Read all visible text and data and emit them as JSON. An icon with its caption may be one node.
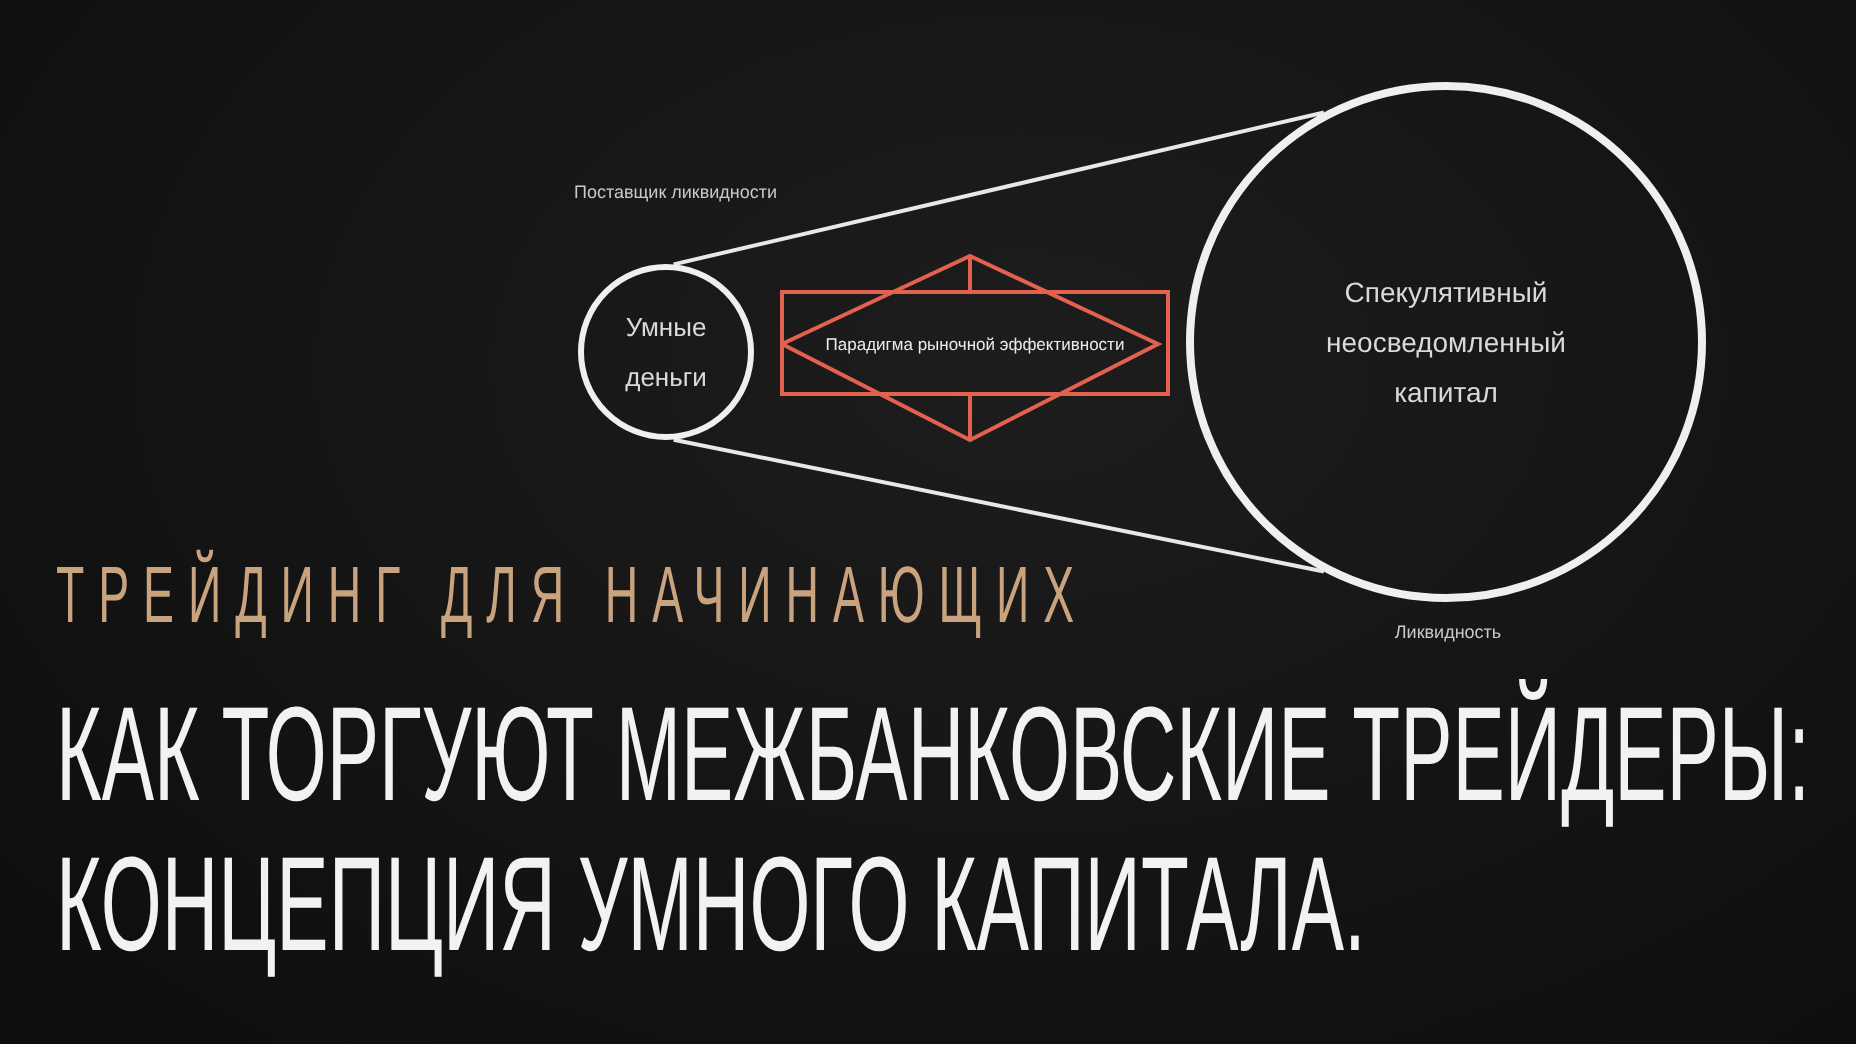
{
  "diagram": {
    "title": "КАК ТОРГУЮТ МЕЖБАНКОВСКИЕ ТРЕЙДЕРЫ: КОНЦЕПЦИЯ УМНОГО КАПИТАЛА.",
    "nodes": [
      {
        "text": [
          "Умные деньги"
        ]
      },
      {
        "text": [
          "Парадигма рыночной эффективности"
        ]
      },
      {
        "text": [
          "Спекулятивный неосведомленный капитал"
        ],
        "beside": [
          "Ликвидность"
        ]
      }
    ],
    "edges": [
      {
        "from": 0,
        "to": 2,
        "arrow": "none"
      },
      {
        "from": 0,
        "to": 2,
        "arrow": "none"
      }
    ],
    "labels": [
      "Поставщик ликвидности",
      "ТРЕЙДИНГ ДЛЯ НАЧИНАЮЩИХ"
    ]
  }
}
